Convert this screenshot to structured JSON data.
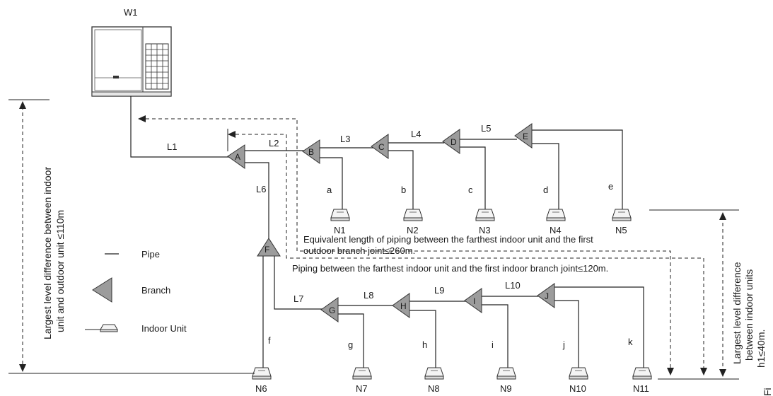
{
  "outdoor_unit": {
    "label": "W1"
  },
  "pipe_labels": [
    "L1",
    "L2",
    "L3",
    "L4",
    "L5",
    "L6",
    "L7",
    "L8",
    "L9",
    "L10"
  ],
  "branches": [
    "A",
    "B",
    "C",
    "D",
    "E",
    "F",
    "G",
    "H",
    "I",
    "J"
  ],
  "indoor_lines": [
    "a",
    "b",
    "c",
    "d",
    "e",
    "f",
    "g",
    "h",
    "i",
    "j",
    "k"
  ],
  "indoor_units": [
    "N1",
    "N2",
    "N3",
    "N4",
    "N5",
    "N6",
    "N7",
    "N8",
    "N9",
    "N10",
    "N11"
  ],
  "notes": {
    "equiv_line1": "Equivalent length of piping between the farthest indoor unit and the first",
    "equiv_line2": "outdoor branch joint≤260m.",
    "first_branch": "Piping between the farthest indoor unit and the first indoor branch joint≤120m.",
    "left_vertical_1": "Largest level difference between indoor",
    "left_vertical_2": "unit and outdoor unit ≤110m",
    "right_vertical_1": "Largest level difference",
    "right_vertical_2": "between indoor units",
    "right_vertical_3": "h1≤40m.",
    "edge_fragment": "Fi"
  },
  "legend": {
    "pipe": "Pipe",
    "branch": "Branch",
    "indoor_unit": "Indoor Unit"
  }
}
